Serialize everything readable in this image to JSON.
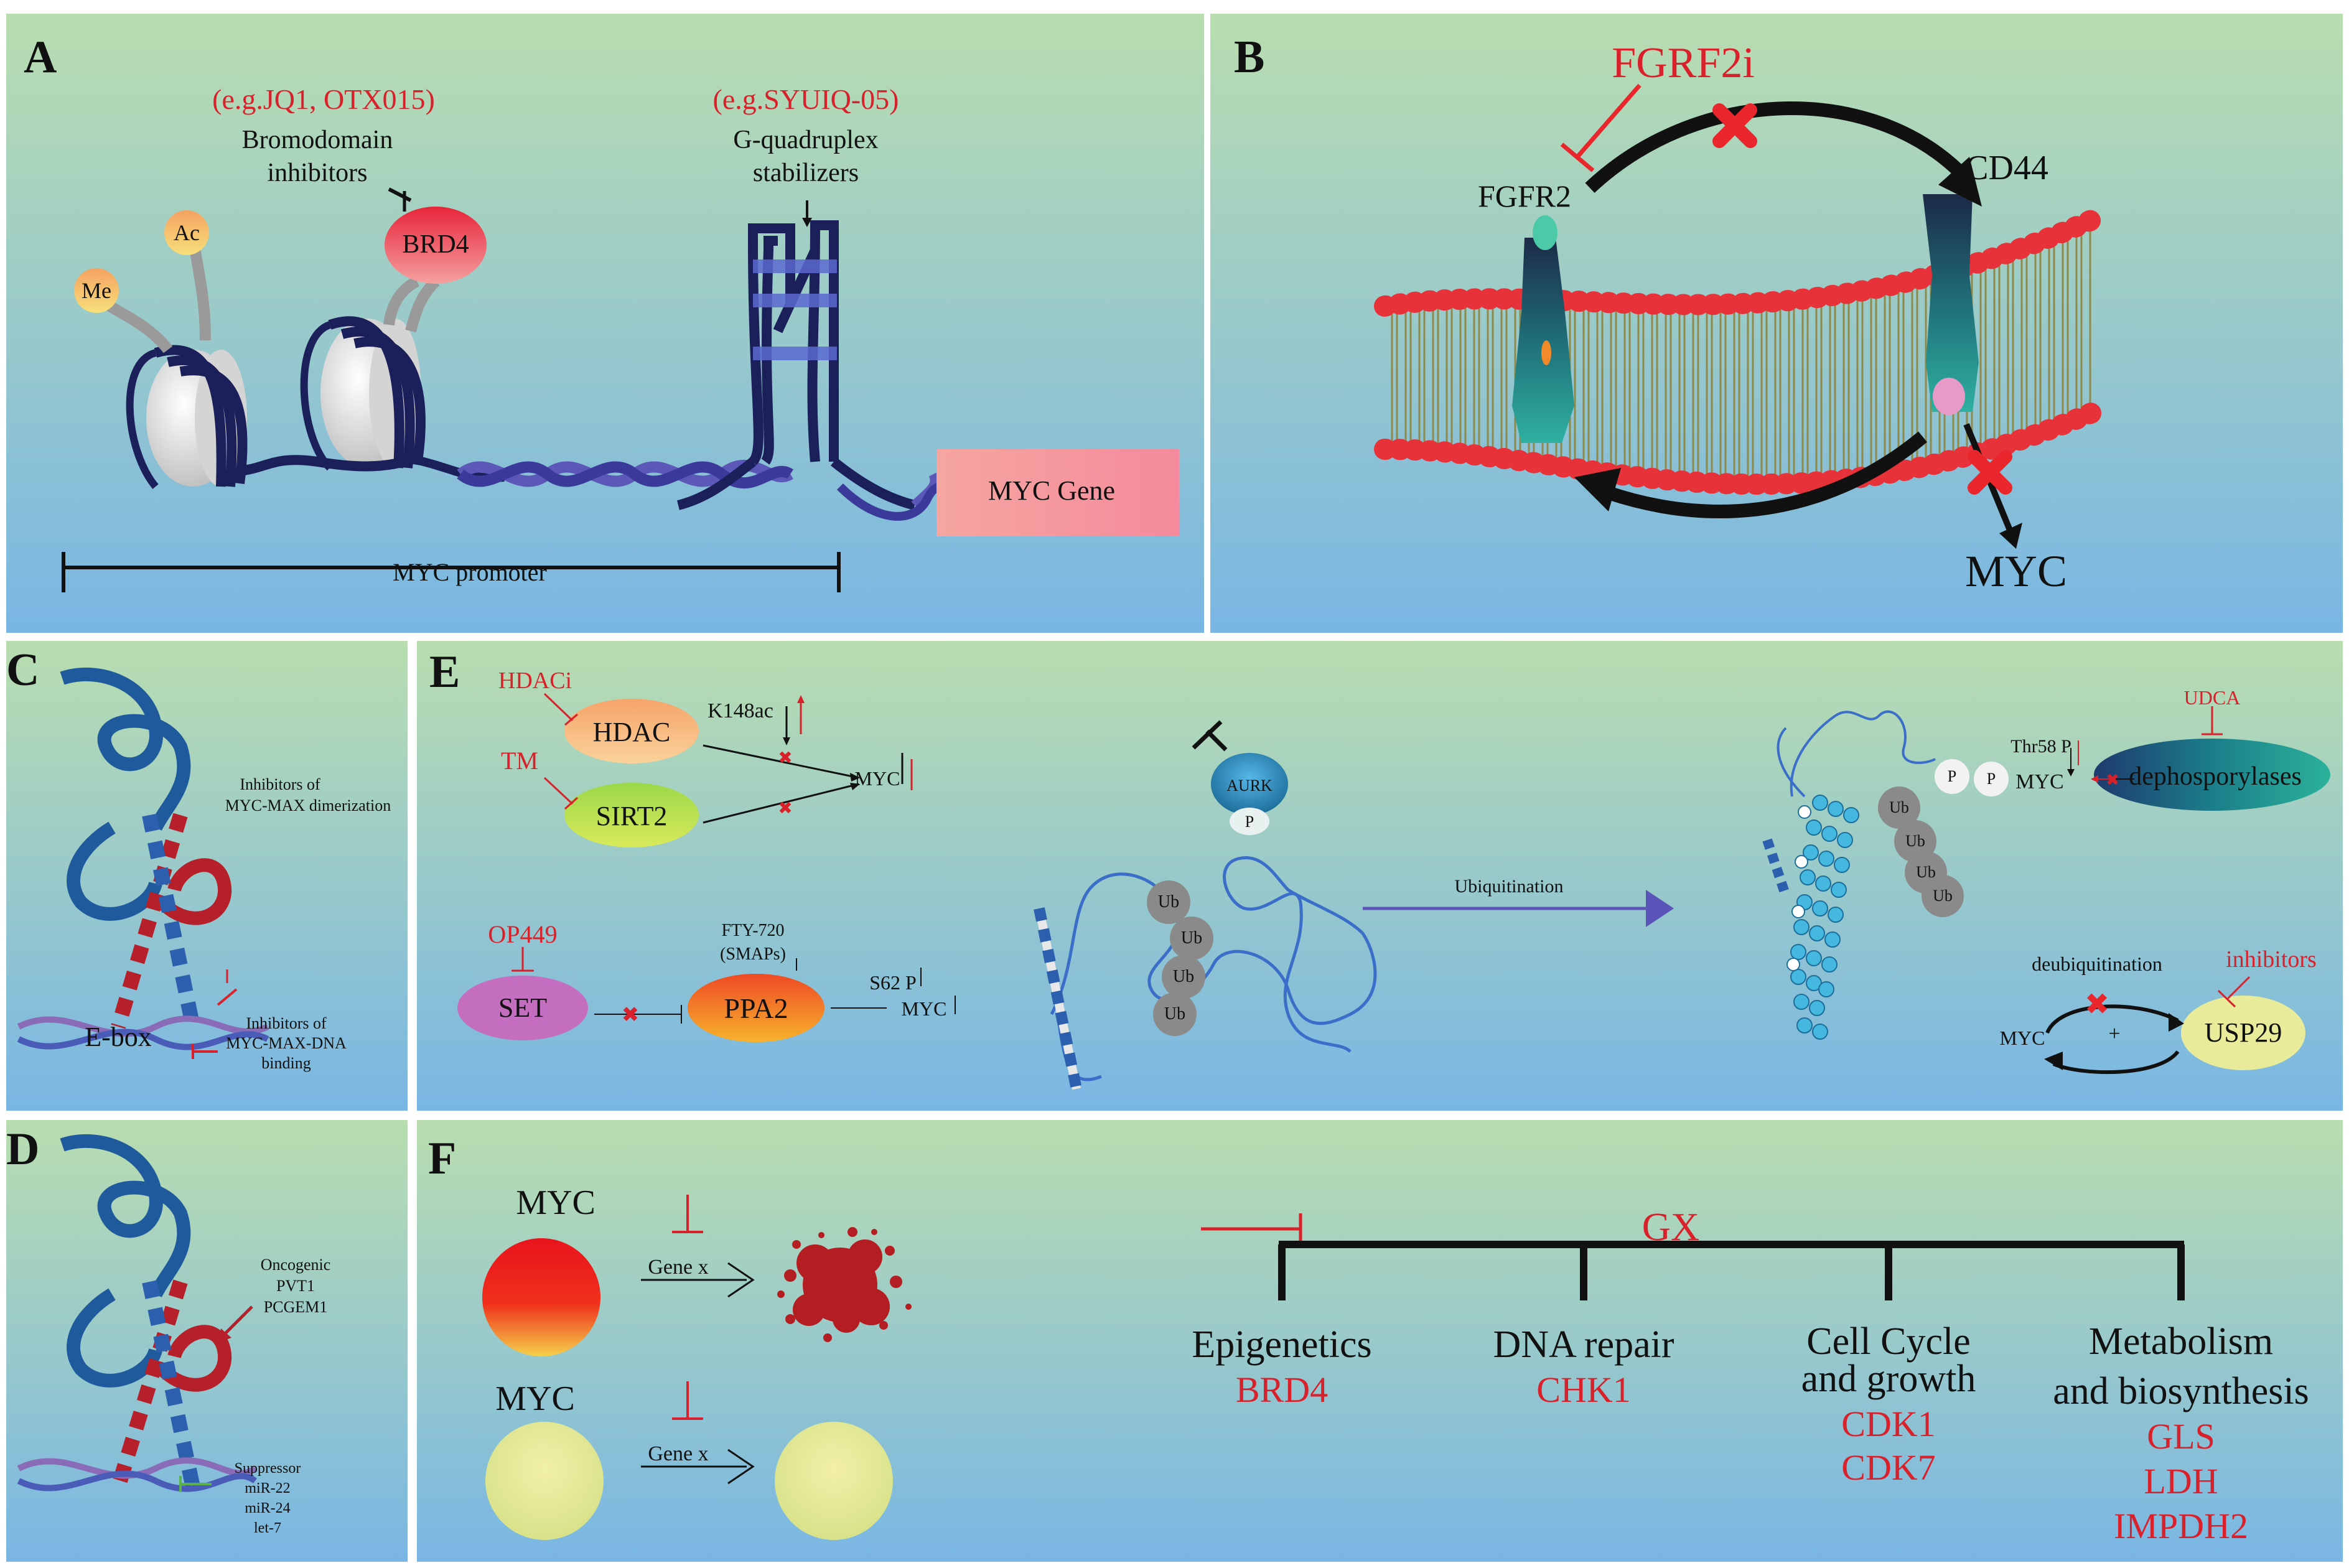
{
  "colors": {
    "inhibitor_text": "#d8212b",
    "bg_top": "#b7dcae",
    "bg_bottom": "#7ab7e3",
    "dna": "#1b1f5a",
    "helix_blue": "#3f6cc0",
    "helix_red": "#b5202b"
  },
  "panelA": {
    "label": "A",
    "bromo_examples": "(e.g.JQ1, OTX015)",
    "bromo_inhibitors_line1": "Bromodomain",
    "bromo_inhibitors_line2": "inhibitors",
    "brd4": "BRD4",
    "ac": "Ac",
    "me": "Me",
    "gq_examples": "(e.g.SYUIQ-05)",
    "gq_line1": "G-quadruplex",
    "gq_line2": "stabilizers",
    "myc_gene": "MYC Gene",
    "myc_promoter": "MYC promoter"
  },
  "panelB": {
    "label": "B",
    "fgfr2i": "FGRF2i",
    "fgfr2": "FGFR2",
    "cd44": "CD44",
    "myc": "MYC"
  },
  "panelC": {
    "label": "C",
    "dimerization_line1": "Inhibitors of",
    "dimerization_line2": "MYC-MAX dimerization",
    "ebox": "E-box",
    "dna_binding_line1": "Inhibitors of",
    "dna_binding_line2": "MYC-MAX-DNA",
    "dna_binding_line3": "binding"
  },
  "panelD": {
    "label": "D",
    "oncogenic_line1": "Oncogenic",
    "oncogenic_line2": "PVT1",
    "oncogenic_line3": "PCGEM1",
    "suppressor_line1": "Suppressor",
    "suppressor_line2": "miR-22",
    "suppressor_line3": "miR-24",
    "suppressor_line4": "let-7"
  },
  "panelE": {
    "label": "E",
    "hdaci": "HDACi",
    "hdac": "HDAC",
    "k148ac": "K148ac",
    "tm": "TM",
    "sirt2": "SIRT2",
    "myc_up_down": "MYC",
    "op449": "OP449",
    "set": "SET",
    "fty720_line1": "FTY-720",
    "fty720_line2": "(SMAPs)",
    "ppa2": "PPA2",
    "s62p": "S62 P",
    "myc_s62": "MYC",
    "aurk": "AURK",
    "p": "P",
    "ub": "Ub",
    "ubiquitination": "Ubiquitination",
    "udca": "UDCA",
    "thr58p": "Thr58 P",
    "myc_thr58": "MYC",
    "dephosphorylases": "dephosporylases",
    "deubiquitination": "deubiquitination",
    "inhibitors": "inhibitors",
    "myc_usp": "MYC",
    "plus": "+",
    "usp29": "USP29"
  },
  "panelF": {
    "label": "F",
    "myc_top": "MYC",
    "myc_bottom": "MYC",
    "gene_x_top": "Gene x",
    "gene_x_bottom": "Gene x",
    "gx": "GX",
    "categories": [
      {
        "title_line1": "Epigenetics",
        "title_line2": "",
        "genes": [
          "BRD4"
        ]
      },
      {
        "title_line1": "DNA repair",
        "title_line2": "",
        "genes": [
          "CHK1"
        ]
      },
      {
        "title_line1": "Cell Cycle",
        "title_line2": "and growth",
        "genes": [
          "CDK1",
          "CDK7"
        ]
      },
      {
        "title_line1": "Metabolism",
        "title_line2": "and biosynthesis",
        "genes": [
          "GLS",
          "LDH",
          "IMPDH2"
        ]
      }
    ]
  }
}
